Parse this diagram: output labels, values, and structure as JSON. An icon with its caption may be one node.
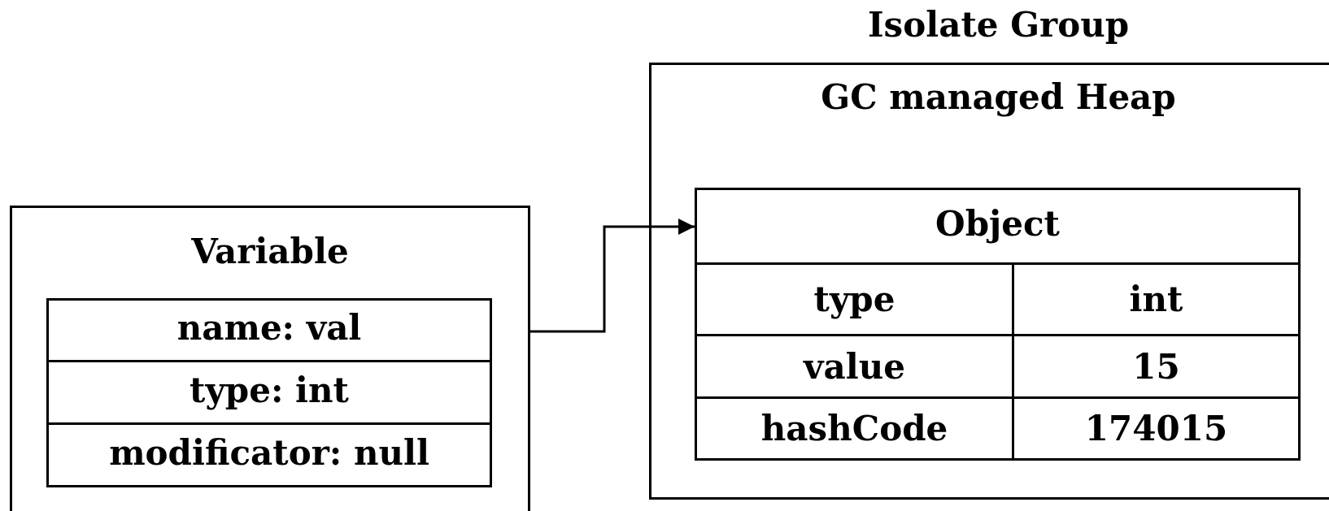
{
  "diagram": {
    "nodes": [
      {
        "text": [
          "Variable"
        ]
      },
      {
        "text": [
          "name: val"
        ],
        "in": 0
      },
      {
        "text": [
          "type: int"
        ],
        "in": 0
      },
      {
        "text": [
          "modificator: null"
        ],
        "in": 0
      },
      {
        "text": [
          "Isolate Group",
          "GC managed Heap"
        ]
      },
      {
        "text": [
          "Object"
        ],
        "in": 4
      }
    ],
    "edges": [
      {
        "from": 0,
        "to": 5,
        "arrow": "to"
      }
    ],
    "labels": [
      "type",
      "int",
      "value",
      "15",
      "hashCode",
      "174015"
    ]
  }
}
